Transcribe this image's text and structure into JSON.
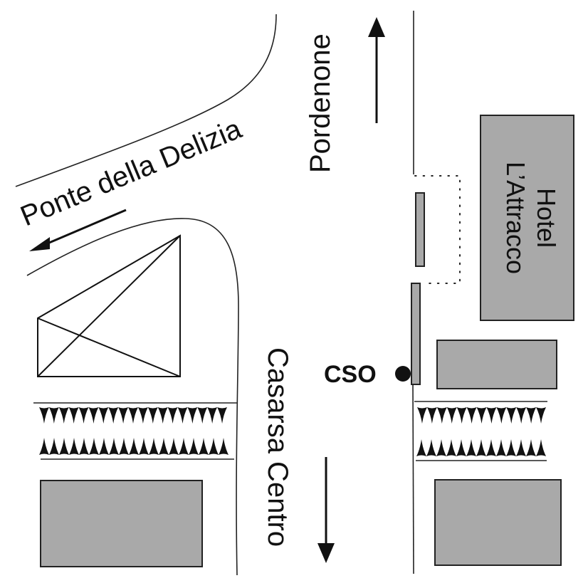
{
  "map": {
    "labels": {
      "ponte": "Ponte della Delizia",
      "pordenone": "Pordenone",
      "casarsa": "Casarsa Centro",
      "hotel_line1": "Hotel",
      "hotel_line2": "L’Attracco",
      "cso": "CSO"
    },
    "colors": {
      "building_fill": "#a9a9a9",
      "line": "#111111",
      "background": "#ffffff"
    },
    "icons": {
      "arrow_ponte": "arrow-left-down-icon",
      "arrow_pordenone": "arrow-up-icon",
      "arrow_casarsa": "arrow-down-icon",
      "cso_marker": "filled-circle-marker-icon"
    },
    "tree_rows": {
      "left_teeth_per_row": 19,
      "right_teeth_per_row": 13
    }
  }
}
